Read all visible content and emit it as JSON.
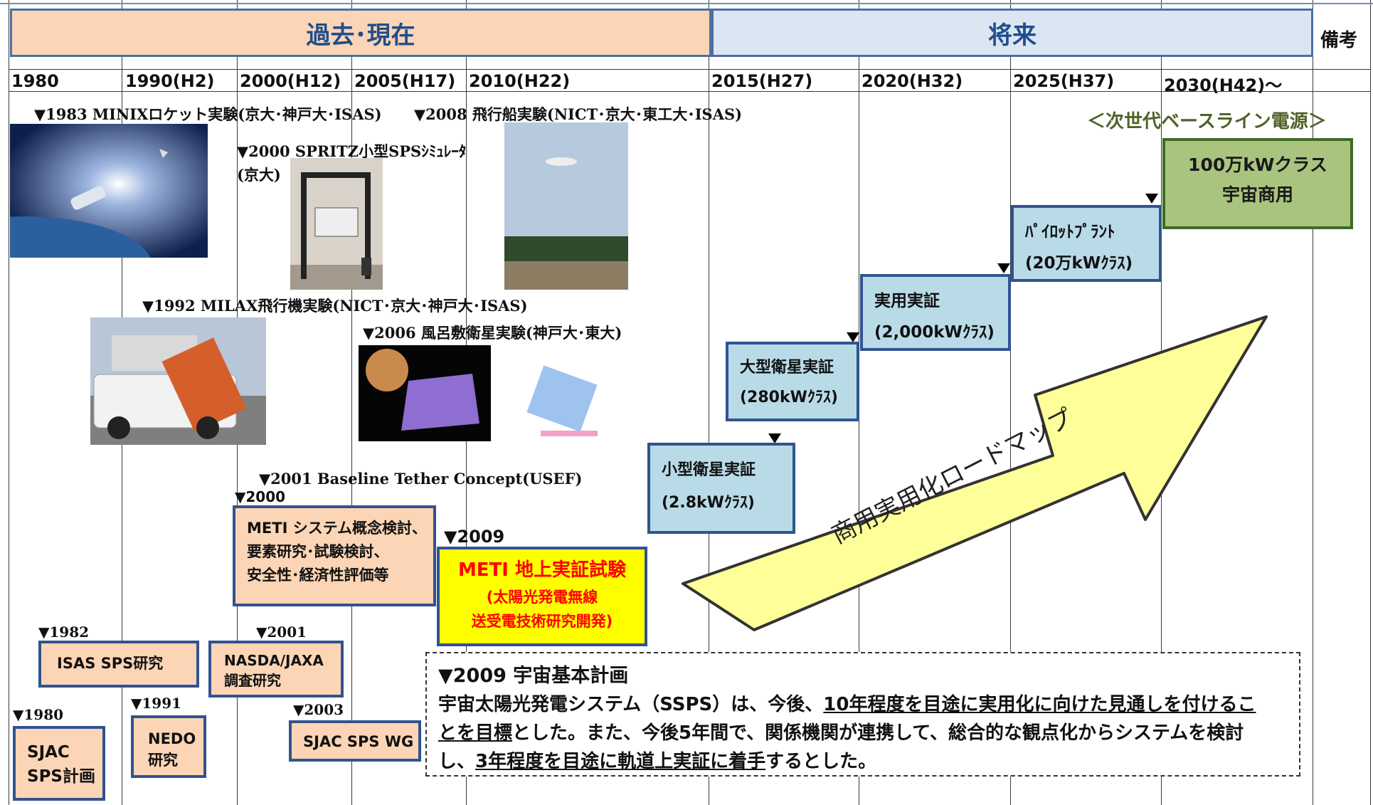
{
  "header": {
    "past_present": "過去･現在",
    "future": "将来",
    "remarks": "備考"
  },
  "years": [
    "1980",
    "1990(H2)",
    "2000(H12)",
    "2005(H17)",
    "2010(H22)",
    "2015(H27)",
    "2020(H32)",
    "2025(H37)",
    "2030(H42)～"
  ],
  "events": {
    "e1983": "▼1983 MINIXロケット実験(京大･神戸大･ISAS)",
    "e2008": "▼2008 飛行船実験(NICT･京大･東工大･ISAS)",
    "e2000_spritz": "▼2000 SPRITZ小型SPSｼﾐｭﾚｰﾀ",
    "e2000_spritz2": "(京大)",
    "e1992": "▼1992 MILAX飛行機実験(NICT･京大･神戸大･ISAS)",
    "e2006": "▼2006 風呂敷衛星実験(神戸大･東大)",
    "e2001_tether": "▼2001 Baseline Tether Concept(USEF)"
  },
  "next_gen_label": "＜次世代ベースライン電源＞",
  "milestones": {
    "m100": {
      "line1": "100万kWクラス",
      "line2": "宇宙商用"
    },
    "pilot": {
      "line1": "ﾊﾟｲﾛｯﾄﾌﾟﾗﾝﾄ",
      "line2": "(20万kWｸﾗｽ)"
    },
    "practical": {
      "line1": "実用実証",
      "line2": "(2,000kWｸﾗｽ)"
    },
    "large": {
      "line1": "大型衛星実証",
      "line2": "(280kWｸﾗｽ)"
    },
    "small": {
      "line1": "小型衛星実証",
      "line2": "(2.8kWｸﾗｽ)"
    }
  },
  "arrow_label": "商用実用化ロードマップ",
  "meti2000": {
    "tag": "▼2000",
    "line1": "METI システム概念検討、",
    "line2": "要素研究･試験検討、",
    "line3": "安全性･経済性評価等"
  },
  "meti2009": {
    "tag": "▼2009",
    "title": "METI 地上実証試験",
    "line2": "(太陽光発電無線",
    "line3": "送受電技術研究開発)"
  },
  "research": {
    "isas": {
      "tag": "▼1982",
      "label": "ISAS SPS研究"
    },
    "nasda": {
      "tag": "▼2001",
      "line1": "NASDA/JAXA",
      "line2": "調査研究"
    },
    "sjac_plan": {
      "tag": "▼1980",
      "line1": "SJAC",
      "line2": "SPS計画"
    },
    "nedo": {
      "tag": "▼1991",
      "line1": "NEDO",
      "line2": "研究"
    },
    "sjac_wg": {
      "tag": "▼2003",
      "label": "SJAC SPS WG"
    }
  },
  "plan2009": {
    "title": "▼2009 宇宙基本計画",
    "l1a": "宇宙太陽光発電システム（SSPS）は、今後、",
    "l1b": "10年程度を目途に実用化に向けた見通しを付けるこ",
    "l2a": "とを目標",
    "l2b": "とした。また、今後5年間で、関係機関が連携して、総合的な観点化からシステムを検討",
    "l3a": "し、",
    "l3b": "3年程度を目途に軌道上実証に着手",
    "l3c": "するとした。"
  },
  "colors": {
    "past_band": "#fbd5b5",
    "future_band": "#dce6f2",
    "header_text": "#1f4e8c",
    "next_gen_text": "#4f6228",
    "meti_red": "#ff0000",
    "meti_yellow": "#ffff00",
    "arrow_fill": "#ffff99"
  }
}
